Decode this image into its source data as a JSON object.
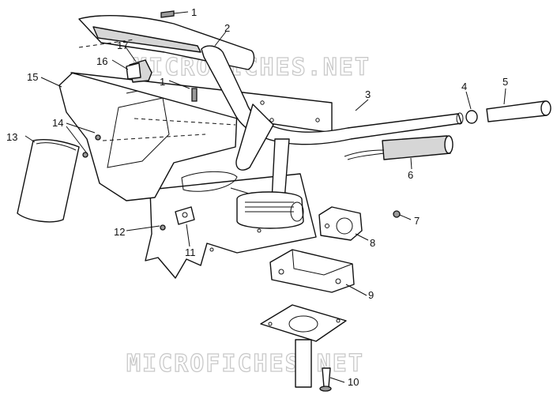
{
  "watermark": {
    "text": "MICROFICHES.NET"
  },
  "callouts": [
    {
      "number": "1"
    },
    {
      "number": "2"
    },
    {
      "number": "3"
    },
    {
      "number": "4"
    },
    {
      "number": "5"
    },
    {
      "number": "6"
    },
    {
      "number": "7"
    },
    {
      "number": "8"
    },
    {
      "number": "9"
    },
    {
      "number": "10"
    },
    {
      "number": "11"
    },
    {
      "number": "12"
    },
    {
      "number": "13"
    },
    {
      "number": "14"
    },
    {
      "number": "15"
    },
    {
      "number": "16"
    },
    {
      "number": "17"
    },
    {
      "number": "1"
    }
  ]
}
